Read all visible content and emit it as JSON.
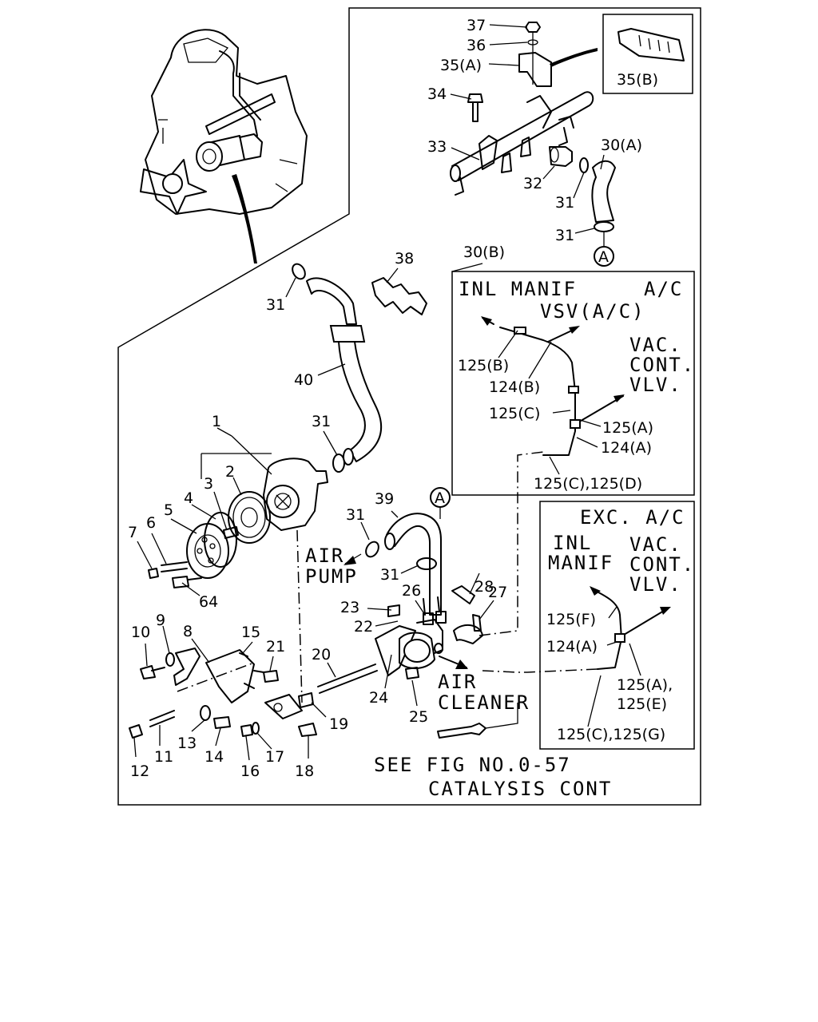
{
  "labels": {
    "l37": "37",
    "l36": "36",
    "l35a": "35(A)",
    "l35b": "35(B)",
    "l34": "34",
    "l33": "33",
    "l32": "32",
    "l31a": "31",
    "l31b": "31",
    "l30a": "30(A)",
    "l30b": "30(B)",
    "circA1": "A",
    "l38": "38",
    "l31c": "31",
    "l40": "40",
    "l31d": "31",
    "l1": "1",
    "l2": "2",
    "l3": "3",
    "l4": "4",
    "l5": "5",
    "l6": "6",
    "l7": "7",
    "l64": "64",
    "l39": "39",
    "l31e": "31",
    "circA2": "A",
    "l31f": "31",
    "l28": "28",
    "l26": "26",
    "l27": "27",
    "l23": "23",
    "l22": "22",
    "l10": "10",
    "l9": "9",
    "l8": "8",
    "l15": "15",
    "l21": "21",
    "l20": "20",
    "l24": "24",
    "l25": "25",
    "l19": "19",
    "l13": "13",
    "l14": "14",
    "l12": "12",
    "l11": "11",
    "l16": "16",
    "l17": "17",
    "l18": "18"
  },
  "captions": {
    "inl_manif": "INL MANIF",
    "ac": "A/C",
    "vsv": "VSV(A/C)",
    "vac1": "VAC.",
    "cont1": "CONT.",
    "vlv1": "VLV.",
    "c125b": "125(B)",
    "c124b": "124(B)",
    "c125c": "125(C)",
    "c125a": "125(A)",
    "c124a": "124(A)",
    "c125cd": "125(C),125(D)",
    "exc_ac": "EXC. A/C",
    "inl2": "INL",
    "manif2": "MANIF",
    "vac2": "VAC.",
    "cont2": "CONT.",
    "vlv2": "VLV.",
    "c125f": "125(F)",
    "c124a2": "124(A)",
    "c125ae1": "125(A),",
    "c125ae2": "125(E)",
    "c125cg": "125(C),125(G)",
    "air1": "AIR",
    "pump": "PUMP",
    "air2": "AIR",
    "cleaner": "CLEANER",
    "seefig": "SEE FIG NO.0-57",
    "catal": "CATALYSIS CONT"
  }
}
